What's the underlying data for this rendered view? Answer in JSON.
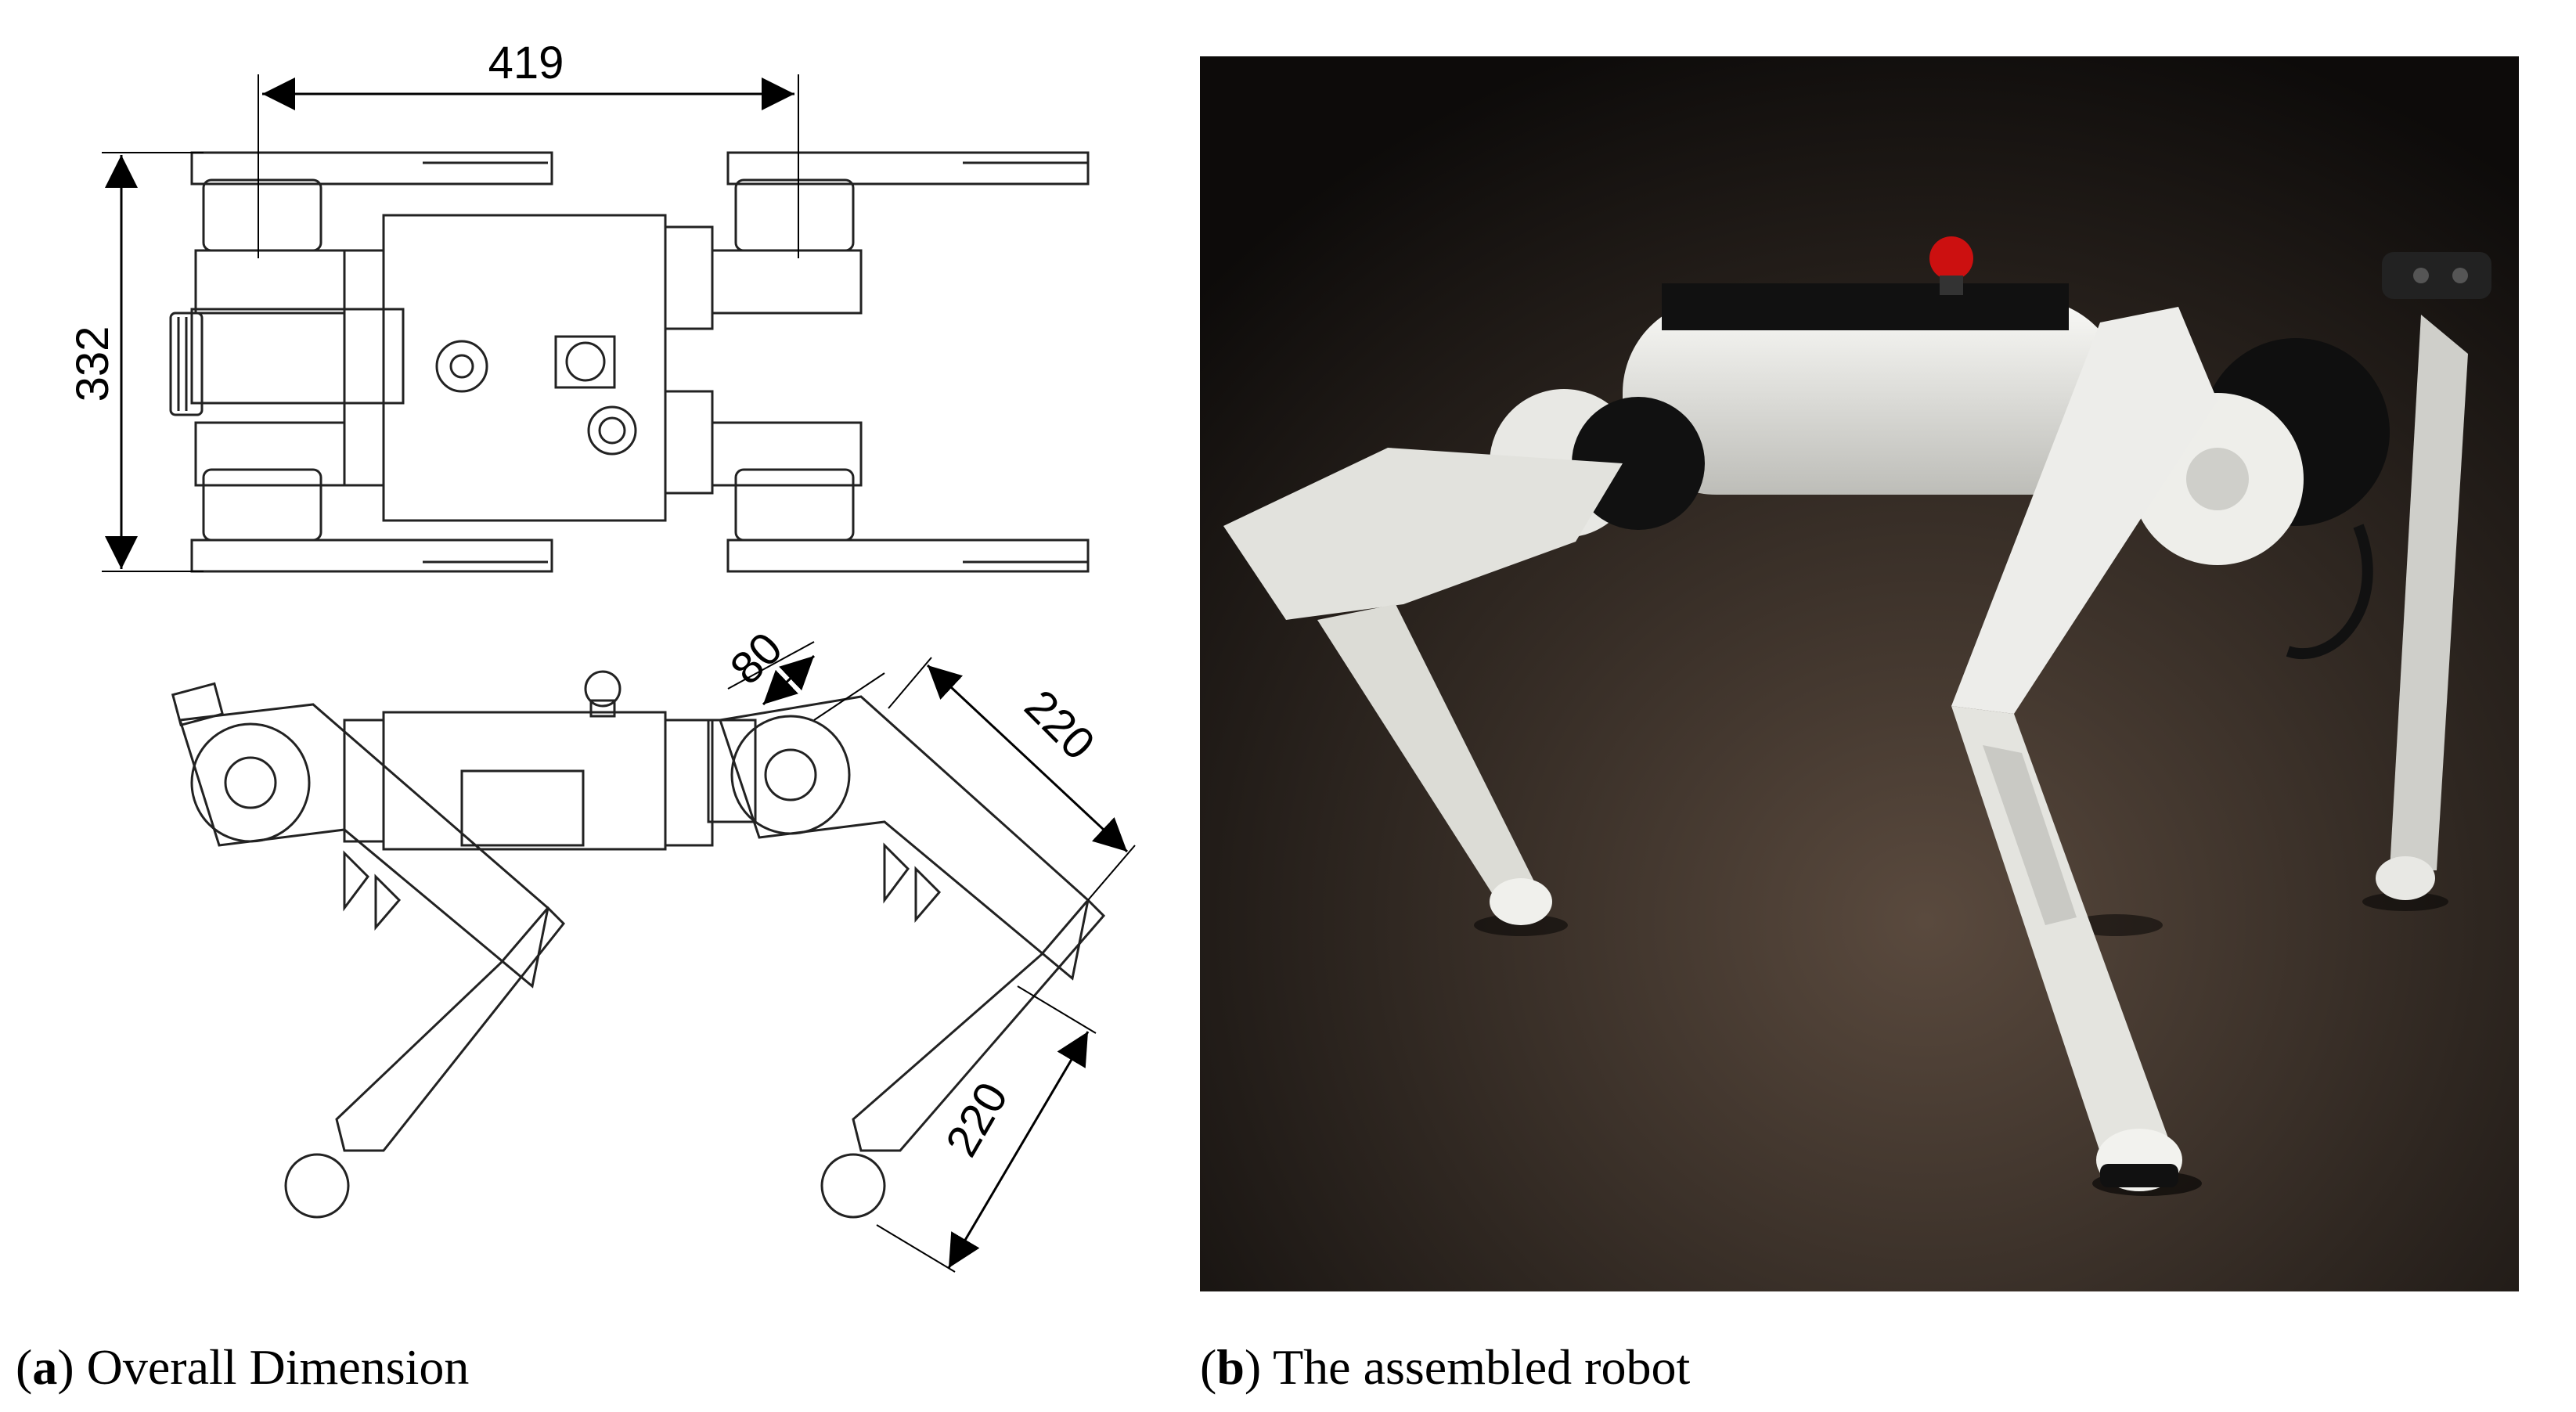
{
  "panels": [
    {
      "letter": "a",
      "caption": "Overall Dimension",
      "dimensions": {
        "top_view_length": "419",
        "top_view_width": "332",
        "hip_offset": "80",
        "upper_leg_length": "220",
        "lower_leg_length": "220"
      }
    },
    {
      "letter": "b",
      "caption": "The assembled robot"
    }
  ],
  "colors": {
    "line": "#222222",
    "photo_background": "#1f1b18",
    "robot_body": "#eeeeea",
    "joint_rings": "#101010",
    "estop_red": "#cc1010"
  }
}
